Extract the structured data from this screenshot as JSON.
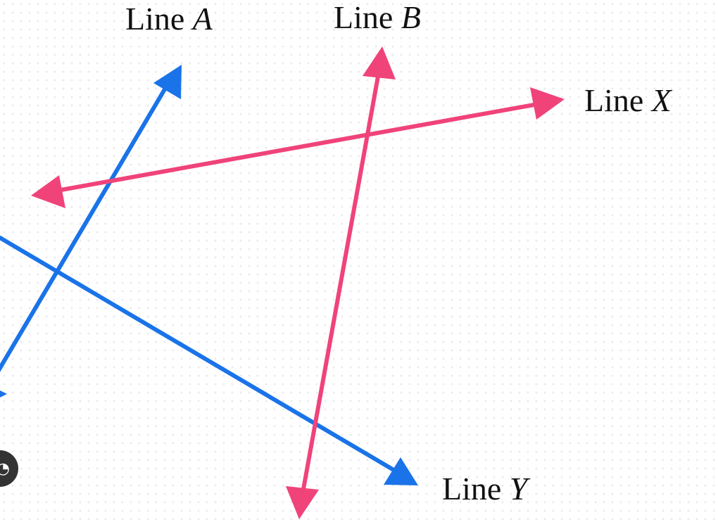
{
  "colors": {
    "blue": "#1a73e8",
    "pink": "#f0437a",
    "text": "#111111"
  },
  "lines": [
    {
      "id": "A",
      "prefix": "Line",
      "variable": "A",
      "color": "blue",
      "arrows": "single"
    },
    {
      "id": "B",
      "prefix": "Line",
      "variable": "B",
      "color": "pink",
      "arrows": "double"
    },
    {
      "id": "X",
      "prefix": "Line",
      "variable": "X",
      "color": "pink",
      "arrows": "double"
    },
    {
      "id": "Y",
      "prefix": "Line",
      "variable": "Y",
      "color": "blue",
      "arrows": "single"
    }
  ],
  "badge": {
    "icon": "circle-badge-icon"
  }
}
